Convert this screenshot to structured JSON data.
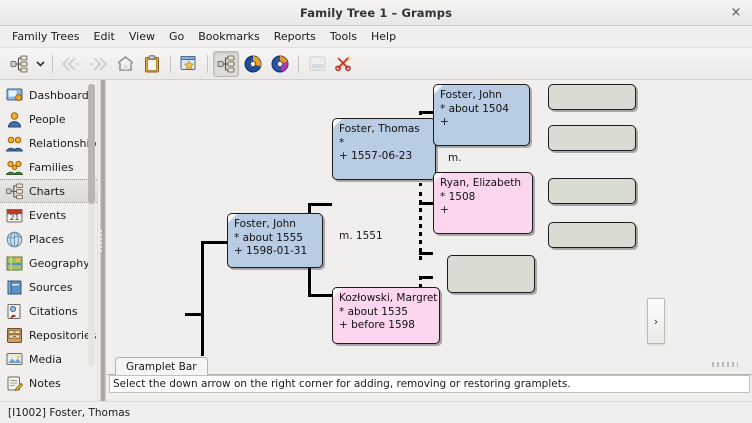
{
  "window": {
    "title": "Family Tree 1 – Gramps",
    "close_label": "×"
  },
  "menubar": {
    "items": [
      {
        "label": "Family Trees",
        "name": "menu-family-trees"
      },
      {
        "label": "Edit",
        "name": "menu-edit"
      },
      {
        "label": "View",
        "name": "menu-view"
      },
      {
        "label": "Go",
        "name": "menu-go"
      },
      {
        "label": "Bookmarks",
        "name": "menu-bookmarks"
      },
      {
        "label": "Reports",
        "name": "menu-reports"
      },
      {
        "label": "Tools",
        "name": "menu-tools"
      },
      {
        "label": "Help",
        "name": "menu-help"
      }
    ]
  },
  "toolbar": {
    "buttons": [
      {
        "name": "charts-view-icon",
        "icon": "chart-tree",
        "state": "normal"
      },
      {
        "name": "charts-dropdown-arrow",
        "icon": "chevron-down",
        "state": "normal"
      },
      {
        "name": "back-icon",
        "icon": "arrow-back",
        "state": "disabled"
      },
      {
        "name": "forward-icon",
        "icon": "arrow-forward",
        "state": "disabled"
      },
      {
        "name": "home-person-icon",
        "icon": "home",
        "state": "normal"
      },
      {
        "name": "clipboard-icon",
        "icon": "clipboard",
        "state": "normal"
      },
      {
        "name": "add-bookmark-icon",
        "icon": "bookmark-window",
        "state": "normal"
      },
      {
        "name": "chart-view-active-icon",
        "icon": "chart-tree",
        "state": "active"
      },
      {
        "name": "reports-icon",
        "icon": "pie-orange",
        "state": "normal"
      },
      {
        "name": "tools-icon",
        "icon": "pie-purple",
        "state": "normal"
      },
      {
        "name": "media-icon",
        "icon": "picture",
        "state": "disabled"
      },
      {
        "name": "clip-editor-icon",
        "icon": "scissors",
        "state": "normal"
      }
    ]
  },
  "sidebar": {
    "items": [
      {
        "label": "Dashboard",
        "icon": "dashboard-icon",
        "selected": false
      },
      {
        "label": "People",
        "icon": "people-icon",
        "selected": false
      },
      {
        "label": "Relationships",
        "icon": "relationships-icon",
        "selected": false
      },
      {
        "label": "Families",
        "icon": "families-icon",
        "selected": false
      },
      {
        "label": "Charts",
        "icon": "charts-icon",
        "selected": true
      },
      {
        "label": "Events",
        "icon": "events-icon",
        "selected": false
      },
      {
        "label": "Places",
        "icon": "places-icon",
        "selected": false
      },
      {
        "label": "Geography",
        "icon": "geography-icon",
        "selected": false
      },
      {
        "label": "Sources",
        "icon": "sources-icon",
        "selected": false
      },
      {
        "label": "Citations",
        "icon": "citations-icon",
        "selected": false
      },
      {
        "label": "Repositories",
        "icon": "repositories-icon",
        "selected": false
      },
      {
        "label": "Media",
        "icon": "media-icon",
        "selected": false
      },
      {
        "label": "Notes",
        "icon": "notes-icon",
        "selected": false
      }
    ]
  },
  "chart": {
    "type": "pedigree-tree",
    "expand_button_label": "›",
    "marriage_labels": [
      {
        "text": "m. 1551",
        "name": "marriage-label-gen1"
      },
      {
        "text": "m.",
        "name": "marriage-label-gen2"
      }
    ],
    "persons": [
      {
        "name_line": "Foster, John",
        "birth_line": "* about 1555",
        "death_line": "+ 1598-01-31",
        "gender": "male",
        "generation": 0,
        "node": "person-foster-john-1555"
      },
      {
        "name_line": "Foster, Thomas",
        "birth_line": "*",
        "death_line": "+ 1557-06-23",
        "gender": "male",
        "generation": 1,
        "node": "person-foster-thomas"
      },
      {
        "name_line": "Kozłowski, Margret",
        "birth_line": "* about 1535",
        "death_line": "+ before 1598",
        "gender": "female",
        "generation": 1,
        "node": "person-kozlowski-margret"
      },
      {
        "name_line": "Foster, John",
        "birth_line": "* about 1504",
        "death_line": "+",
        "gender": "male",
        "generation": 2,
        "node": "person-foster-john-1504"
      },
      {
        "name_line": "Ryan, Elizabeth",
        "birth_line": "* 1508",
        "death_line": "+",
        "gender": "female",
        "generation": 2,
        "node": "person-ryan-elizabeth"
      }
    ],
    "empty_slots": 5,
    "colors": {
      "male_box": "#b8cce4",
      "female_box": "#fcd5ee",
      "empty_box": "#d9dcd3",
      "box_border": "#1c1c1c",
      "canvas_bg": "#f0efee"
    }
  },
  "gramplet_bar": {
    "tab_label": "Gramplet Bar",
    "message": "Select the down arrow on the right corner for adding, removing or restoring gramplets."
  },
  "statusbar": {
    "text": "[I1002] Foster, Thomas"
  }
}
